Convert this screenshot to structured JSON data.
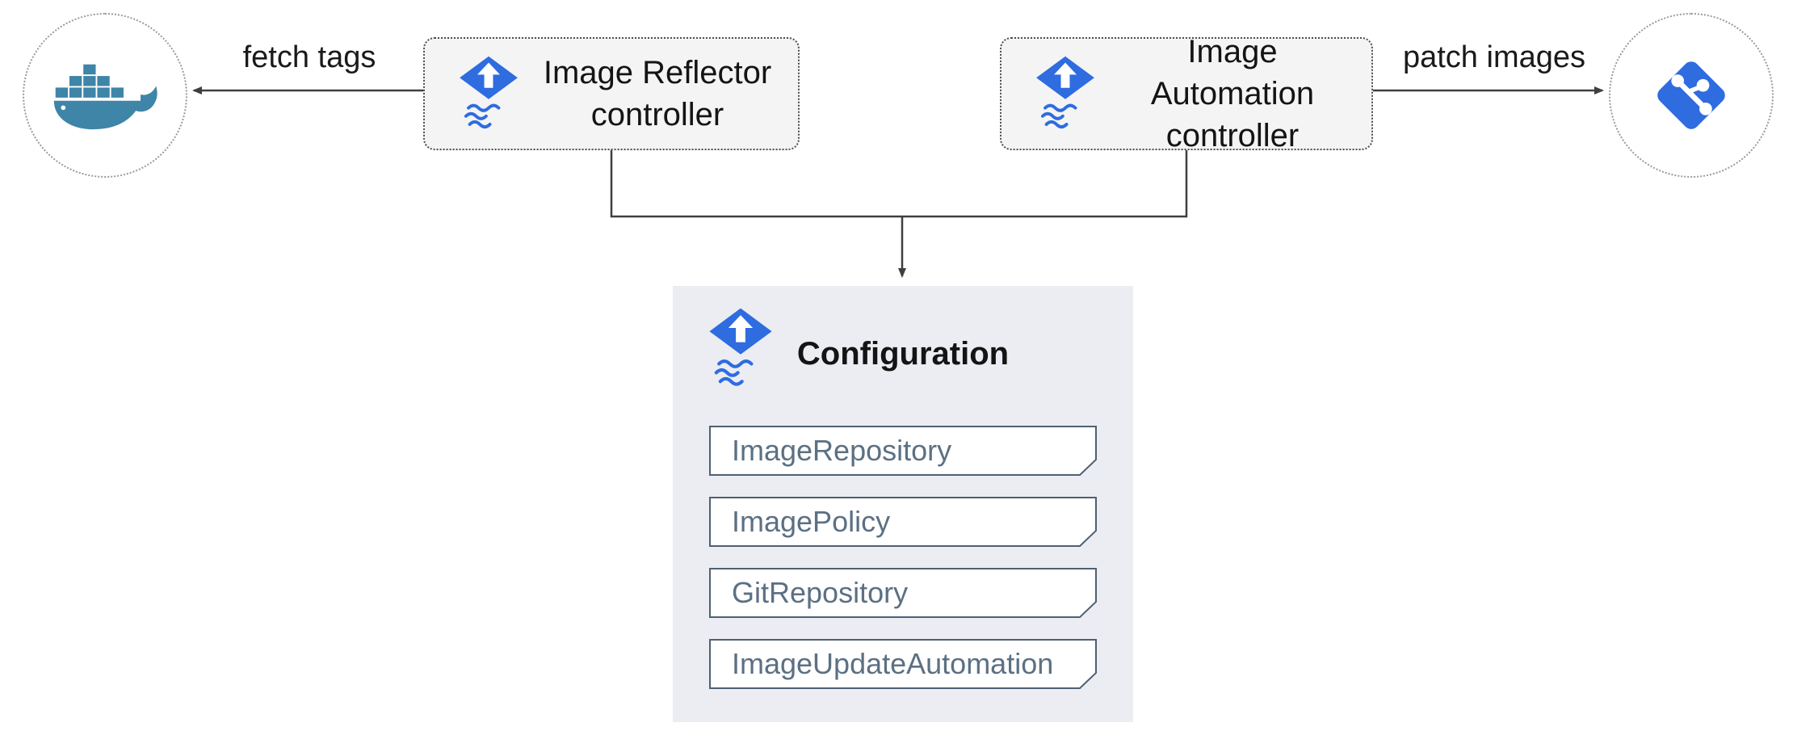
{
  "diagram": {
    "docker_node": {
      "icon": "docker-whale-icon"
    },
    "git_node": {
      "icon": "git-icon"
    },
    "fetch_tags_label": "fetch tags",
    "patch_images_label": "patch images",
    "reflector": {
      "line1": "Image Reflector",
      "line2": "controller"
    },
    "automation": {
      "line1": "Image Automation",
      "line2": "controller"
    },
    "configuration": {
      "title": "Configuration",
      "items": [
        {
          "label": "ImageRepository"
        },
        {
          "label": "ImagePolicy"
        },
        {
          "label": "GitRepository"
        },
        {
          "label": "ImageUpdateAutomation"
        }
      ]
    },
    "colors": {
      "flux_blue": "#2e6ce0",
      "docker_blue": "#3e85a8",
      "git_blue": "#2e6ce0",
      "controller_box_bg": "#f4f4f4",
      "config_box_bg": "#ebedf3",
      "tag_border": "#4f6071",
      "tag_text": "#5c7083",
      "arrow": "#3f3f3f"
    }
  }
}
